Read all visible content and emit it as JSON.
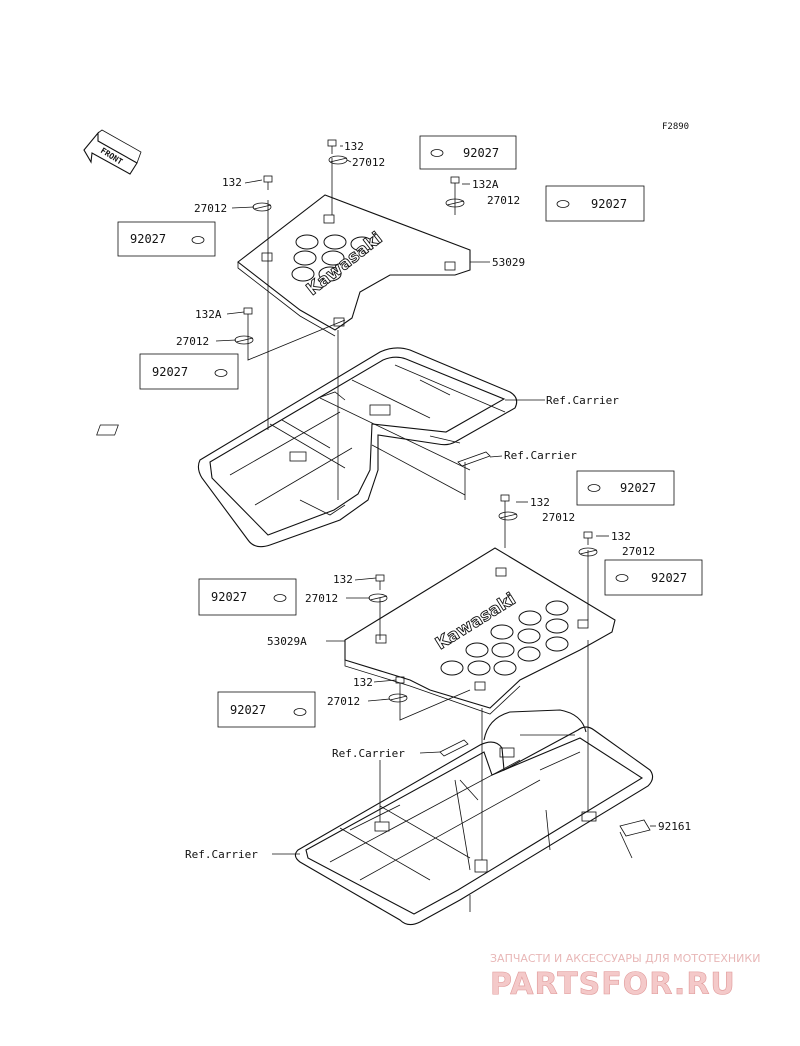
{
  "figure_code": "F2890",
  "front_label": "FRONT",
  "brand_text": "Kawasaki",
  "labels": {
    "p132_a": "132",
    "p27012_a": "27012",
    "p132_b": "132",
    "p27012_b": "27012",
    "p132A_a": "132A",
    "p27012_c": "27012",
    "p132A_b": "132A",
    "p27012_d": "27012",
    "p53029": "53029",
    "ref_carrier_1": "Ref.Carrier",
    "ref_carrier_2": "Ref.Carrier",
    "p132_c": "132",
    "p27012_e": "27012",
    "p132_d": "132",
    "p27012_f": "27012",
    "p132_e": "132",
    "p27012_g": "27012",
    "p132_f": "132",
    "p27012_h": "27012",
    "p53029A": "53029A",
    "ref_carrier_3": "Ref.Carrier",
    "ref_carrier_4": "Ref.Carrier",
    "p92161": "92161"
  },
  "boxes": [
    {
      "label": "92027"
    },
    {
      "label": "92027"
    },
    {
      "label": "92027"
    },
    {
      "label": "92027"
    },
    {
      "label": "92027"
    },
    {
      "label": "92027"
    },
    {
      "label": "92027"
    },
    {
      "label": "92027"
    }
  ],
  "watermark": {
    "line1": "ЗАПЧАСТИ И АКСЕССУАРЫ ДЛЯ МОТОТЕХНИКИ",
    "line2": "PARTSFOR.RU"
  },
  "colors": {
    "line": "#111111",
    "watermark": "#e09a9a"
  }
}
